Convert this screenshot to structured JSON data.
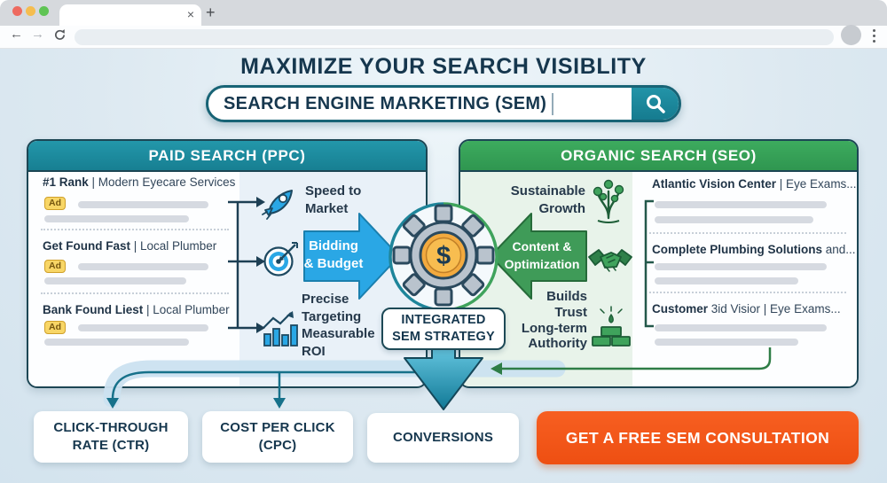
{
  "browser": {
    "tab": {
      "title": "",
      "close_glyph": "×",
      "new_tab_glyph": "+"
    },
    "toolbar": {
      "back_glyph": "←",
      "forward_glyph": "→",
      "url_value": ""
    }
  },
  "header": {
    "title": "MAXIMIZE YOUR SEARCH VISIBLITY",
    "search": {
      "value": "SEARCH ENGINE MARKETING (SEM)"
    }
  },
  "ppc": {
    "header": "PAID SEARCH (PPC)",
    "listings": [
      {
        "bold": "#1 Rank",
        "rest": " | Modern Eyecare Services",
        "badge": "Ad"
      },
      {
        "bold": "Get Found Fast",
        "rest": " | Local Plumber",
        "badge": "Ad"
      },
      {
        "bold": "Bank Found Liest",
        "rest": " | Local Plumber",
        "badge": "Ad"
      }
    ],
    "benefits": {
      "speed_label": "Speed to\nMarket",
      "precise_label": "Precise\nTargeting\nMeasurable\nROI"
    },
    "arrow_label": "Bidding\n& Budget"
  },
  "seo": {
    "header": "ORGANIC SEARCH (SEO)",
    "benefits": {
      "growth_label": "Sustainable\nGrowth",
      "authority_label": "Builds\nTrust\nLong-term\nAuthority"
    },
    "arrow_label": "Content &\nOptimization",
    "listings": [
      {
        "bold": "Atlantic Vision Center",
        "rest": " | Eye Exams..."
      },
      {
        "bold": "Complete Plumbing Solutions",
        "rest": " and..."
      },
      {
        "bold": "Customer",
        "rest": " 3id Visior | Eye Exams..."
      }
    ]
  },
  "center": {
    "strategy_label": "INTEGRATED\nSEM STRATEGY",
    "coin_symbol": "$"
  },
  "metrics": [
    {
      "label": "CLICK-THROUGH\nRATE (CTR)"
    },
    {
      "label": "COST PER CLICK\n(CPC)"
    },
    {
      "label": "CONVERSIONS"
    }
  ],
  "cta": {
    "label": "GET A FREE SEM CONSULTATION"
  },
  "colors": {
    "accent_teal": "#1b8c9e",
    "accent_green": "#37a356",
    "accent_blue": "#2aa7e5",
    "cta_orange": "#f0571c",
    "ink": "#16374e"
  }
}
